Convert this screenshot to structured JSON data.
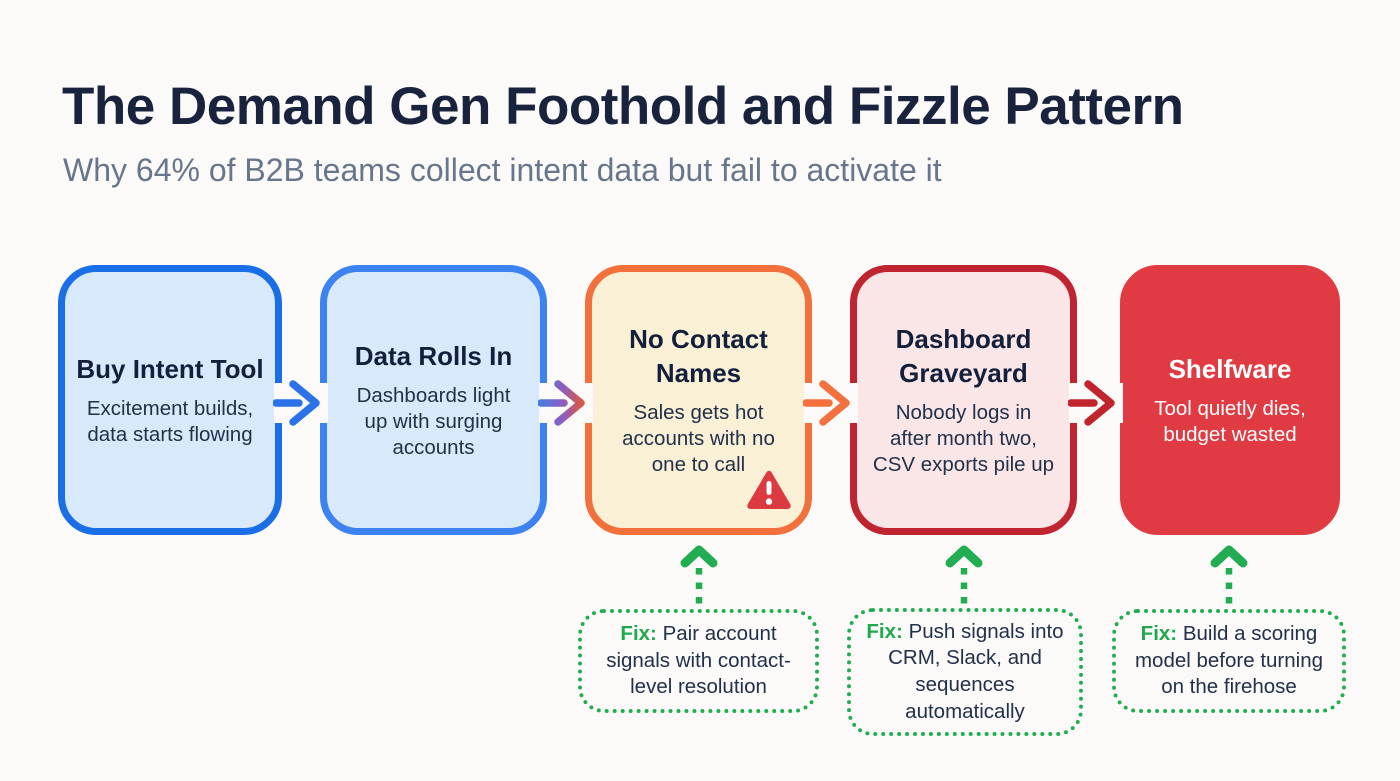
{
  "header": {
    "title": "The Demand Gen Foothold and Fizzle Pattern",
    "subtitle": "Why 64% of B2B teams collect intent data but fail to activate it",
    "title_color": "#19233e",
    "subtitle_color": "#67768b"
  },
  "flow": {
    "stages": [
      {
        "title": "Buy Intent Tool",
        "body": "Excitement builds, data starts flowing",
        "fill": "#d9e9fc",
        "border": "#1a6fe6",
        "text_color": "#141f3c"
      },
      {
        "title": "Data Rolls In",
        "body": "Dashboards light up with surging accounts",
        "fill": "#d9e9fc",
        "border": "#3c82f0",
        "text_color": "#141f3c"
      },
      {
        "title": "No Contact Names",
        "body": "Sales gets hot accounts with no one to call",
        "fill": "#f9f0d6",
        "border": "#f1703c",
        "text_color": "#141f3c",
        "icon": "warning-triangle",
        "icon_color": "#da3a40"
      },
      {
        "title": "Dashboard Graveyard",
        "body": "Nobody logs in after month two, CSV exports pile up",
        "fill": "#fae6e6",
        "border": "#c02430",
        "text_color": "#141f3c"
      },
      {
        "title": "Shelfware",
        "body": "Tool quietly dies, budget wasted",
        "fill": "#e03b42",
        "border": "#e03b42",
        "text_color": "#ffffff"
      }
    ],
    "connectors": [
      {
        "from": "Buy Intent Tool",
        "to": "Data Rolls In",
        "color": "#2b72e8"
      },
      {
        "from": "Data Rolls In",
        "to": "No Contact Names",
        "gradient": [
          "#4a7ce0",
          "#8e5cc0",
          "#d95848"
        ]
      },
      {
        "from": "No Contact Names",
        "to": "Dashboard Graveyard",
        "color": "#f2713e"
      },
      {
        "from": "Dashboard Graveyard",
        "to": "Shelfware",
        "color": "#c2242e"
      }
    ]
  },
  "fixes": {
    "accent_color": "#23ad52",
    "items": [
      {
        "label": "Fix:",
        "text": "Pair account signals with contact-level resolution",
        "anchor": "No Contact Names"
      },
      {
        "label": "Fix:",
        "text": "Push signals into CRM, Slack, and sequences automatically",
        "anchor": "Dashboard Graveyard"
      },
      {
        "label": "Fix:",
        "text": "Build a scoring model before turning on the firehose",
        "anchor": "Shelfware"
      }
    ]
  }
}
